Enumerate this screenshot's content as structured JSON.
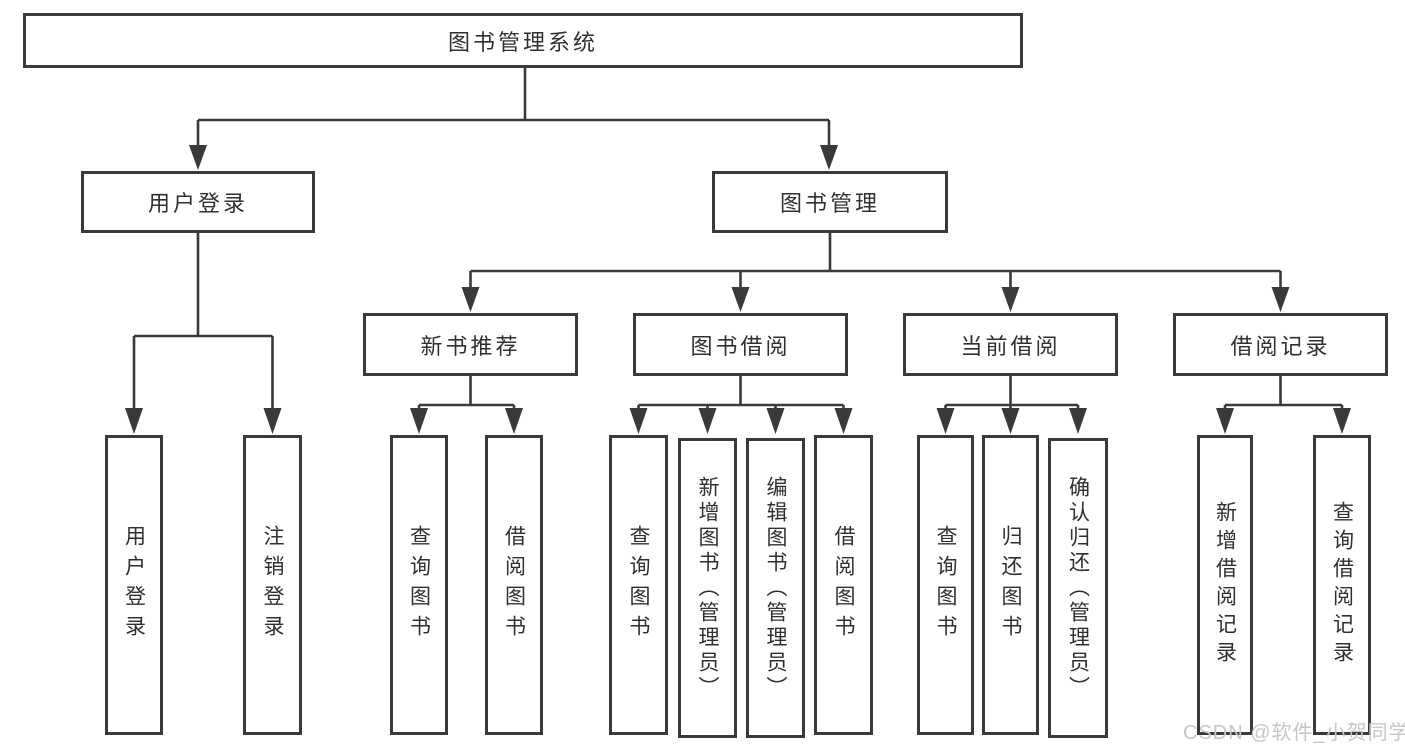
{
  "diagram": {
    "root": "图书管理系统",
    "level2": {
      "user_login": "用户登录",
      "book_management": "图书管理"
    },
    "level3": {
      "new_book_recommend": "新书推荐",
      "book_borrow": "图书借阅",
      "current_borrow": "当前借阅",
      "borrow_records": "借阅记录"
    },
    "user_login_children": [
      "用户登录",
      "注销登录"
    ],
    "new_book_children": [
      "查询图书",
      "借阅图书"
    ],
    "book_borrow_children": [
      "查询图书",
      "新增图书（管理员）",
      "编辑图书（管理员）",
      "借阅图书"
    ],
    "current_borrow_children": [
      "查询图书",
      "归还图书",
      "确认归还（管理员）"
    ],
    "borrow_records_children": [
      "新增借阅记录",
      "查询借阅记录"
    ]
  },
  "watermark": "CSDN @软件_小贺同学",
  "colors": {
    "line": "#3a3a3a",
    "text": "#303030",
    "watermark": "#c6c6c6",
    "background": "#ffffff"
  }
}
